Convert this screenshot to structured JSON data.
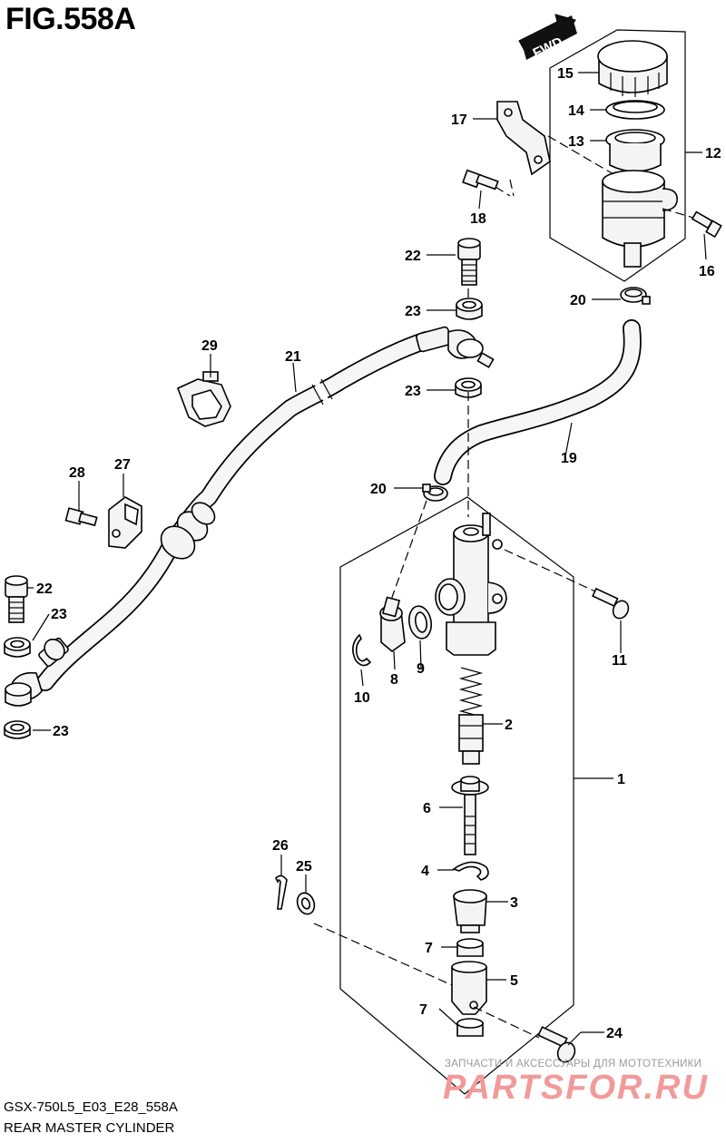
{
  "figure": {
    "title": "FIG.558A",
    "model_code": "GSX-750L5_E03_E28_558A",
    "caption": "REAR MASTER CYLINDER",
    "fwd_badge": "FWD"
  },
  "watermark": {
    "tagline": "ЗАПЧАСТИ И АКСЕССУАРЫ ДЛЯ МОТОТЕХНИКИ",
    "brand": "PARTSFOR.RU"
  },
  "callouts": {
    "c1": "1",
    "c2": "2",
    "c3": "3",
    "c4": "4",
    "c5": "5",
    "c6": "6",
    "c7a": "7",
    "c7b": "7",
    "c8": "8",
    "c9": "9",
    "c10": "10",
    "c11": "11",
    "c12": "12",
    "c13": "13",
    "c14": "14",
    "c15": "15",
    "c16": "16",
    "c17": "17",
    "c18": "18",
    "c19": "19",
    "c20a": "20",
    "c20b": "20",
    "c21": "21",
    "c22a": "22",
    "c22b": "22",
    "c23a": "23",
    "c23b": "23",
    "c23c": "23",
    "c23d": "23",
    "c24": "24",
    "c25": "25",
    "c26": "26",
    "c27": "27",
    "c28": "28",
    "c29": "29"
  }
}
